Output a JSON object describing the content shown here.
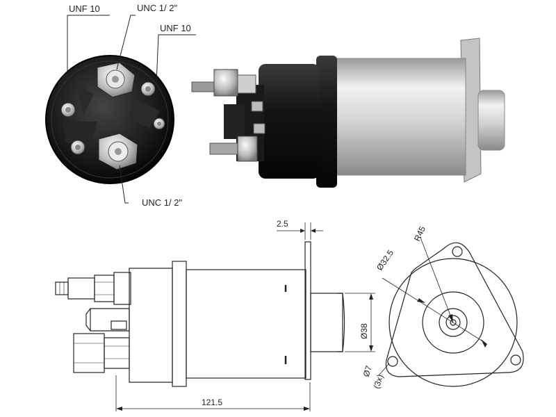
{
  "labels": {
    "unf10_top": "UNF 10",
    "unc_top": "UNC 1/ 2\"",
    "unf10_right": "UNF 10",
    "unc_bottom": "UNC 1/ 2\""
  },
  "dimensions": {
    "flange_thickness": "2.5",
    "overall_length": "121.5",
    "plunger_diameter": "Ø38",
    "bore_diameter": "Ø32.5",
    "flange_radius": "R45",
    "hole_diameter": "Ø7",
    "hole_count": "(3x)"
  },
  "colors": {
    "line": "#222222",
    "body_dark": "#1c1c1c",
    "can_silver": "#d6d6d6"
  }
}
